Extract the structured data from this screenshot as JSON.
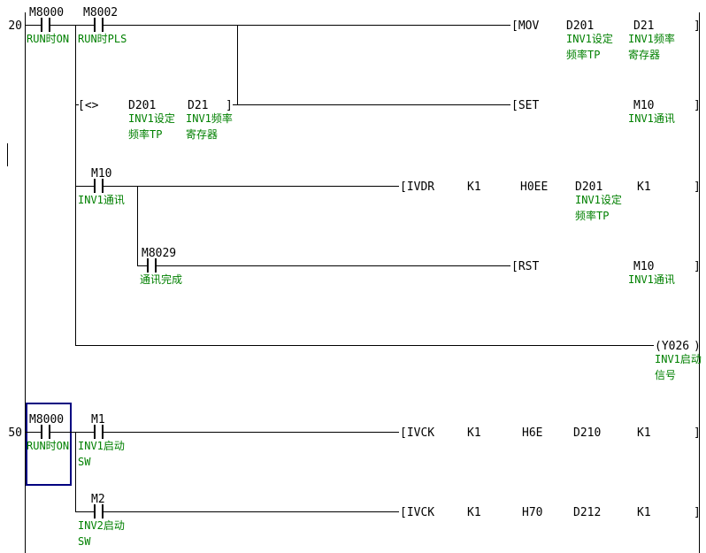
{
  "editor": {
    "background": "#ffffff",
    "wire_color": "#000000",
    "device_color": "#000000",
    "comment_color": "#008000",
    "cursor_color": "#000080"
  },
  "rung20": {
    "step": "20",
    "m8000": {
      "label": "M8000",
      "comment": "RUN时ON"
    },
    "m8002": {
      "label": "M8002",
      "comment": "RUN时PLS"
    },
    "mov": {
      "op": "[MOV",
      "arg1": "D201",
      "arg2": "D21",
      "close": "]",
      "arg1_comment_l1": "INV1设定",
      "arg1_comment_l2": "频率TP",
      "arg2_comment_l1": "INV1频率",
      "arg2_comment_l2": "寄存器"
    },
    "compare": {
      "open": "[<>",
      "arg1": "D201",
      "arg2": "D21",
      "close": "]",
      "arg1_comment_l1": "INV1设定",
      "arg1_comment_l2": "频率TP",
      "arg2_comment_l1": "INV1频率",
      "arg2_comment_l2": "寄存器"
    },
    "set": {
      "op": "[SET",
      "arg1": "M10",
      "close": "]",
      "arg1_comment_l1": "INV1通讯"
    },
    "m10": {
      "label": "M10",
      "comment": "INV1通讯"
    },
    "ivdr": {
      "op": "[IVDR",
      "arg1": "K1",
      "arg2": "H0EE",
      "arg3": "D201",
      "arg4": "K1",
      "close": "]",
      "arg3_comment_l1": "INV1设定",
      "arg3_comment_l2": "频率TP"
    },
    "m8029": {
      "label": "M8029",
      "comment": "通讯完成"
    },
    "rst": {
      "op": "[RST",
      "arg1": "M10",
      "close": "]",
      "arg1_comment_l1": "INV1通讯"
    },
    "y026": {
      "open": "(Y026",
      "close": ")",
      "comment_l1": "INV1启动",
      "comment_l2": "信号"
    }
  },
  "rung50": {
    "step": "50",
    "m8000": {
      "label": "M8000",
      "comment": "RUN时ON"
    },
    "m1": {
      "label": "M1",
      "comment_l1": "INV1启动",
      "comment_l2": "SW"
    },
    "ivck1": {
      "op": "[IVCK",
      "arg1": "K1",
      "arg2": "H6E",
      "arg3": "D210",
      "arg4": "K1",
      "close": "]"
    },
    "m2": {
      "label": "M2",
      "comment_l1": "INV2启动",
      "comment_l2": "SW"
    },
    "ivck2": {
      "op": "[IVCK",
      "arg1": "K1",
      "arg2": "H70",
      "arg3": "D212",
      "arg4": "K1",
      "close": "]"
    }
  }
}
